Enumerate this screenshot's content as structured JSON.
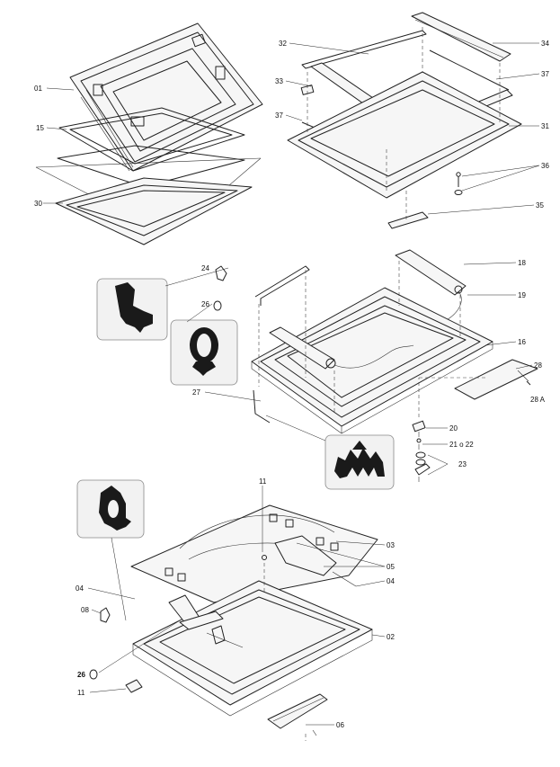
{
  "labels": {
    "l01": "01",
    "l15": "15",
    "l30": "30",
    "l32": "32",
    "l34": "34",
    "l33": "33",
    "l37a": "37",
    "l37b": "37",
    "l31": "31",
    "l36": "36",
    "l35": "35",
    "l24": "24",
    "l26a": "26",
    "l18": "18",
    "l19": "19",
    "l16": "16",
    "l28": "28",
    "l28a": "28 A",
    "l27": "27",
    "l20": "20",
    "l21": "21 o 22",
    "l23": "23",
    "l11a": "11",
    "l03": "03",
    "l05": "05",
    "l04a": "04",
    "l04b": "04",
    "l08": "08",
    "l02": "02",
    "l26b": "26",
    "l11b": "11",
    "l06": "06"
  }
}
